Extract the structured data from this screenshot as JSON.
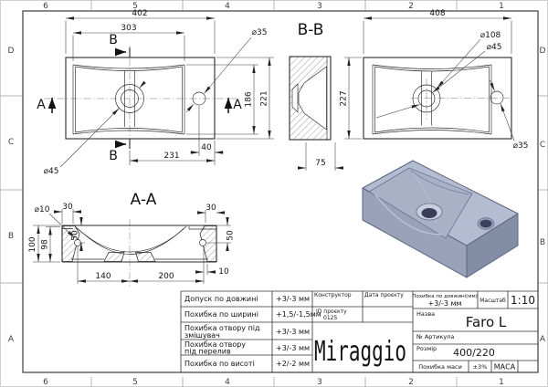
{
  "drawing": {
    "grid": {
      "columns": [
        "6",
        "5",
        "4",
        "3",
        "2",
        "1"
      ],
      "rows": [
        "D",
        "C",
        "B",
        "A"
      ]
    },
    "plan_view": {
      "dim_width": "402",
      "dim_inner_width": "303",
      "dim_inner_depth": "186",
      "dim_depth": "221",
      "dim_drain_to_edge": "231",
      "dim_tap_to_edge": "40",
      "label_tap_dia": "⌀35",
      "label_drain_dia": "⌀45",
      "section_mark_b": "B",
      "section_mark_a": "A"
    },
    "section_bb": {
      "title": "B-B",
      "dim_bottom": "75"
    },
    "bottom_view": {
      "dim_width": "408",
      "dim_depth": "227",
      "label_recess_dia": "⌀108",
      "label_drain_dia": "⌀45",
      "label_overflow_dia": "⌀35"
    },
    "section_aa": {
      "title": "A-A",
      "label_hole_dia": "⌀10",
      "dim_rim_left": "30",
      "dim_rim_right": "30",
      "dim_hole_depth_left": "50",
      "dim_hole_depth_right": "50",
      "dim_height": "100",
      "dim_inner_height": "98",
      "dim_hole_to_drain": "140",
      "dim_drain_to_hole": "200",
      "dim_hole_to_wall": "10"
    }
  },
  "title_block": {
    "tolerances": [
      {
        "label": "Допуск по довжині",
        "label2": "",
        "value": "+3/-3 мм"
      },
      {
        "label": "Похибка по ширині",
        "label2": "",
        "value": "+1,5/-1,5мм"
      },
      {
        "label": "Похибка отвору під",
        "label2": "змішувач",
        "value": "+3/-3 мм"
      },
      {
        "label": "Похибка отвору",
        "label2": "під перелив",
        "value": "+3/-3 мм"
      },
      {
        "label": "Похибка по висоті",
        "label2": "",
        "value": "+2/-2 мм"
      }
    ],
    "constructor_label": "Конструктор",
    "date_label": "Дата проєкту",
    "project_id_label": "ID проєкту",
    "project_id": "0125",
    "logo": "Miraggio",
    "length_tolerance_label": "Похибка по довжині(мм)",
    "length_tolerance": "+3/-3 мм",
    "scale_label": "Масштаб",
    "scale": "1:10",
    "name_label": "Назва",
    "product_name": "Faro L",
    "article_label": "№ Артикула",
    "size_label": "Розмір",
    "size": "400/220",
    "mass_tolerance_label": "Похибка маси",
    "mass_tolerance": "±3%",
    "mass_label": "МАСА"
  },
  "colors": {
    "line": "#2b2b2b",
    "render_top": "#b4bcd1",
    "render_front": "#9aa2ba",
    "render_side": "#848da6",
    "render_basin": "#a9b1c7",
    "render_hole": "#383e58"
  }
}
